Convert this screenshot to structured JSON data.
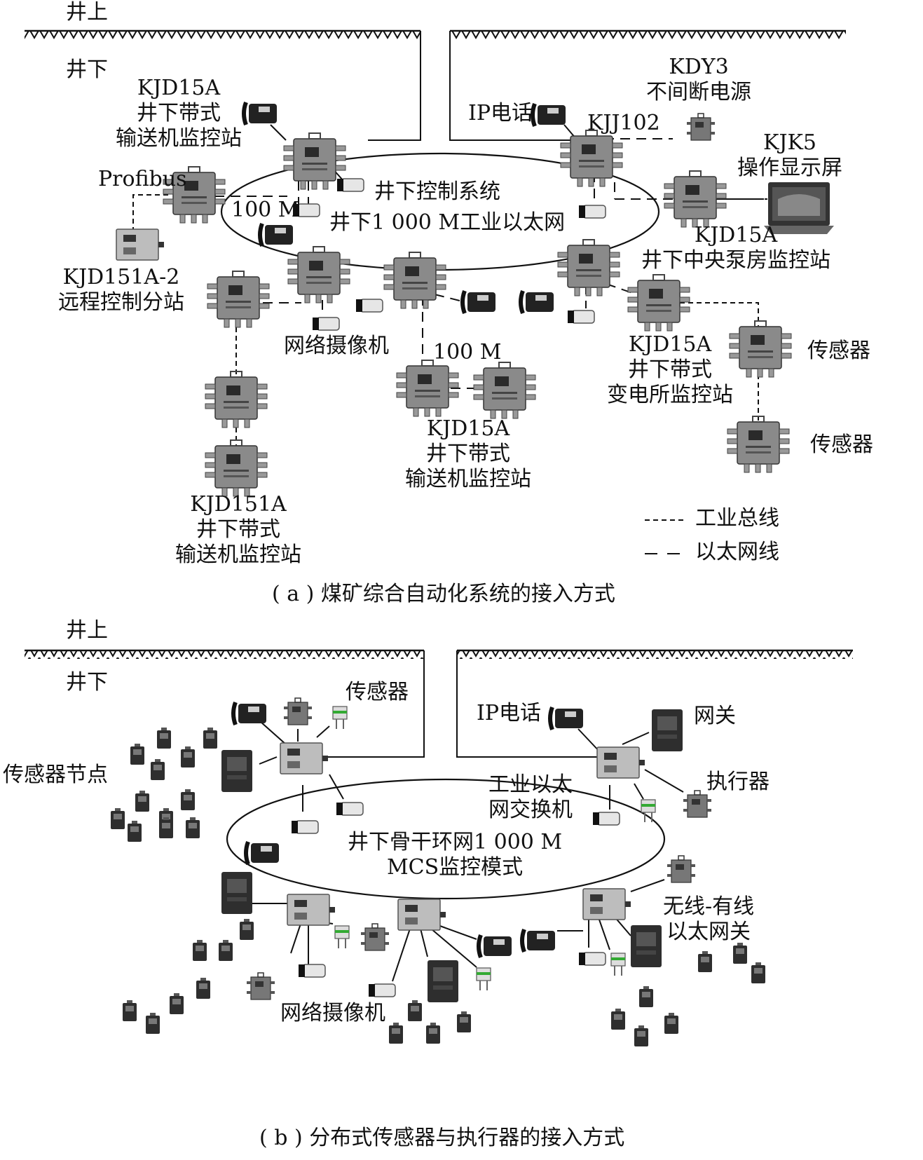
{
  "panel_a": {
    "surface_label": "井上",
    "underground_label": "井下",
    "ring_title": "井下控制系统",
    "ring_subtitle": "井下1 000 M工业以太网",
    "link_speed_1": "100 M",
    "link_speed_2": "100 M",
    "profibus": "Profibus",
    "ip_phone": "IP电话",
    "kjj102": "KJJ102",
    "kdy3": {
      "line1": "KDY3",
      "line2": "不间断电源"
    },
    "kjk5": {
      "line1": "KJK5",
      "line2": "操作显示屏"
    },
    "conveyor_top": {
      "line1": "KJD15A",
      "line2": "井下带式",
      "line3": "输送机监控站"
    },
    "remote_substation": {
      "line1": "KJD151A-2",
      "line2": "远程控制分站"
    },
    "pump_house": {
      "line1": "KJD15A",
      "line2": "井下中央泵房监控站"
    },
    "substation": {
      "line1": "KJD15A",
      "line2": "井下带式",
      "line3": "变电所监控站"
    },
    "sensor_1": "传感器",
    "sensor_2": "传感器",
    "network_camera": "网络摄像机",
    "conveyor_bottom": {
      "line1": "KJD15A",
      "line2": "井下带式",
      "line3": "输送机监控站"
    },
    "conveyor_left": {
      "line1": "KJD151A",
      "line2": "井下带式",
      "line3": "输送机监控站"
    },
    "legend": [
      {
        "label": "工业总线",
        "style": "short-dash"
      },
      {
        "label": "以太网线",
        "style": "long-dash"
      }
    ],
    "caption": "( a ) 煤矿综合自动化系统的接入方式"
  },
  "panel_b": {
    "surface_label": "井上",
    "underground_label": "井下",
    "sensor_nodes": "传感器节点",
    "sensor": "传感器",
    "ip_phone": "IP电话",
    "gateway": "网关",
    "actuator": "执行器",
    "switch": {
      "line1": "工业以太",
      "line2": "网交换机"
    },
    "ring": {
      "line1": "井下骨干环网1 000 M",
      "line2": "MCS监控模式"
    },
    "wireless_gateway": {
      "line1": "无线-有线",
      "line2": "以太网关"
    },
    "network_camera": "网络摄像机",
    "caption": "( b ) 分布式传感器与执行器的接入方式"
  },
  "colors": {
    "line": "#111111",
    "device_body": "#7a7a7a",
    "device_dark": "#2b2b2b",
    "device_light": "#b8b8b8"
  }
}
